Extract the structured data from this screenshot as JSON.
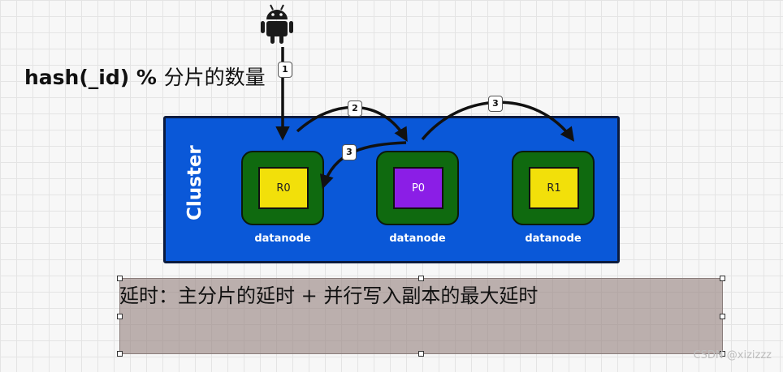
{
  "formula": {
    "code": "hash(_id) %",
    "label": "分片的数量"
  },
  "cluster": {
    "label": "Cluster"
  },
  "nodes": [
    {
      "shard": "R0",
      "caption": "datanode",
      "shard_color": "#f2e00a"
    },
    {
      "shard": "P0",
      "caption": "datanode",
      "shard_color": "#8b1ee6"
    },
    {
      "shard": "R1",
      "caption": "datanode",
      "shard_color": "#f2e00a"
    }
  ],
  "steps": [
    "1",
    "2",
    "3",
    "3"
  ],
  "note": {
    "text": "延时：主分片的延时 + 并行写入副本的最大延时"
  },
  "watermark": "CSDN @xizizzz",
  "colors": {
    "cluster": "#0a58d8",
    "node": "#0f6a0f",
    "replica": "#f2e00a",
    "primary": "#8b1ee6"
  },
  "icons": {
    "client": "android-icon"
  }
}
